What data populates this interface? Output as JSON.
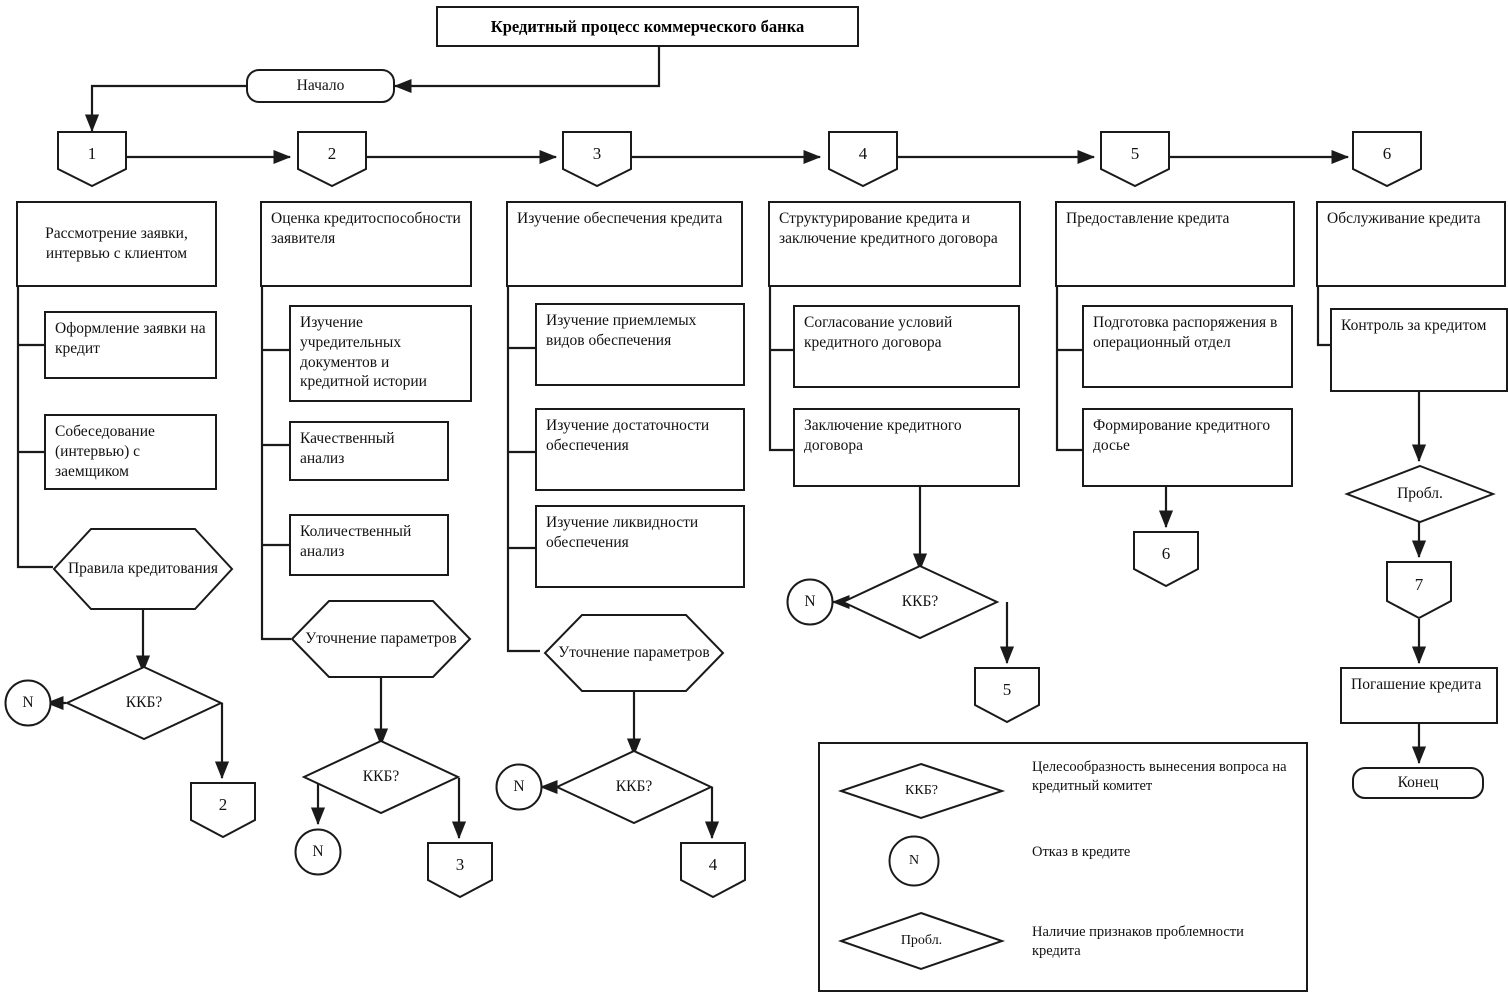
{
  "diagram": {
    "title": "Кредитный процесс коммерческого банка",
    "start": "Начало",
    "end": "Конец"
  },
  "connectors": {
    "c1": "1",
    "c2": "2",
    "c3": "3",
    "c4": "4",
    "c5": "5",
    "c6": "6",
    "out2": "2",
    "out3": "3",
    "out4": "4",
    "out5": "5",
    "out6": "6",
    "out7": "7"
  },
  "stages": [
    {
      "number": "1",
      "header": "Рассмотрение заявки, интервью с клиентом",
      "steps": [
        "Оформление заявки на кредит",
        "Собеседование (интервью) с заемщиком"
      ],
      "hexagon": "Правила кредитования",
      "decision": "ККБ?",
      "reject": "N",
      "next": "2"
    },
    {
      "number": "2",
      "header": "Оценка кредитоспособности заявителя",
      "steps": [
        "Изучение учредительных документов и кредитной истории",
        "Качественный анализ",
        "Количественный анализ"
      ],
      "hexagon": "Уточнение параметров",
      "decision": "ККБ?",
      "reject": "N",
      "next": "3"
    },
    {
      "number": "3",
      "header": "Изучение обеспечения кредита",
      "steps": [
        "Изучение приемлемых видов обеспечения",
        "Изучение достаточности обеспечения",
        "Изучение ликвидности обеспечения"
      ],
      "hexagon": "Уточнение параметров",
      "decision": "ККБ?",
      "reject": "N",
      "next": "4"
    },
    {
      "number": "4",
      "header": "Структурирование кредита и заключение кредитного договора",
      "steps": [
        "Согласование условий кредитного договора",
        "Заключение кредитного договора"
      ],
      "decision": "ККБ?",
      "reject": "N",
      "next": "5"
    },
    {
      "number": "5",
      "header": "Предоставление кредита",
      "steps": [
        "Подготовка распоряжения в операционный отдел",
        "Формирование кредитного досье"
      ],
      "next": "6"
    },
    {
      "number": "6",
      "header": "Обслуживание кредита",
      "steps": [
        "Контроль за кредитом"
      ],
      "decision": "Пробл.",
      "next": "7",
      "final_step": "Погашение кредита",
      "end": "Конец"
    }
  ],
  "legend": {
    "items": [
      {
        "symbol": "ККБ?",
        "shape": "diamond",
        "description": "Целесообразность вынесения вопроса на кредитный комитет"
      },
      {
        "symbol": "N",
        "shape": "circle",
        "description": "Отказ в кредите"
      },
      {
        "symbol": "Пробл.",
        "shape": "diamond",
        "description": "Наличие признаков проблемности кредита"
      }
    ]
  },
  "colors": {
    "stroke": "#1a1a1a",
    "background": "#ffffff",
    "text": "#111111"
  }
}
